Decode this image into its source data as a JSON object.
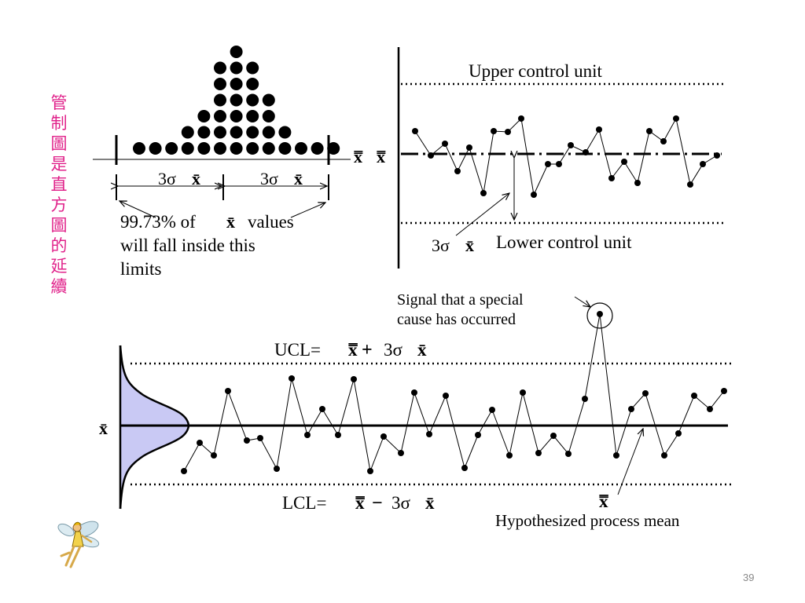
{
  "side_title": "管制圖是直方圖的延續",
  "glyphs": {
    "xbar": "x̄",
    "xdoublebar": "x̿"
  },
  "top_left": {
    "sigma_left": "3σ",
    "sigma_right": "3σ",
    "caption": [
      "99.73% of",
      "values",
      "will fall inside this",
      "limits"
    ]
  },
  "top_right": {
    "upper_label": "Upper control unit",
    "lower_label": "Lower control unit",
    "sigma_label": "3σ"
  },
  "bottom": {
    "ucl_prefix": "UCL=",
    "ucl_op": "+",
    "ucl_sigma": "3σ",
    "lcl_prefix": "LCL=",
    "lcl_op": "−",
    "lcl_sigma": "3σ",
    "signal_text": [
      "Signal that a special",
      "cause has occurred"
    ],
    "mean_label": "Hypothesized process mean"
  },
  "page_number": "39"
}
